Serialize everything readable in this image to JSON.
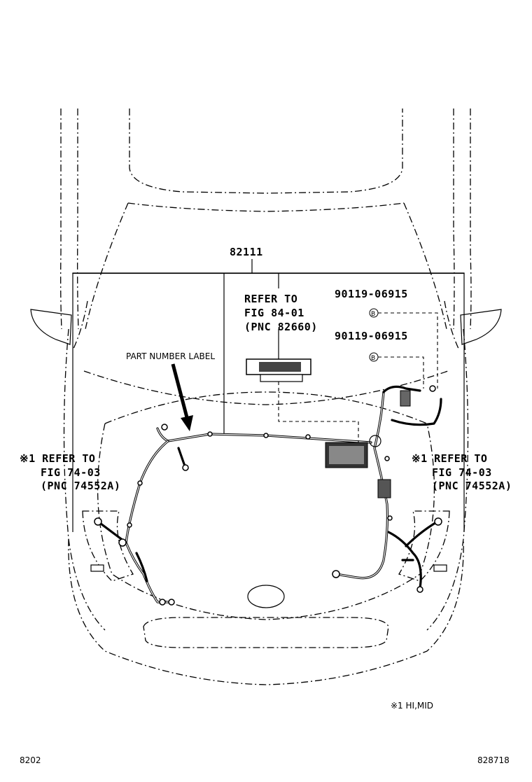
{
  "diagram": {
    "main_part": "82111",
    "part_number_label": "PART NUMBER LABEL",
    "refer_center": {
      "line1": "REFER TO",
      "line2": "FIG 84-01",
      "line3": "(PNC 82660)"
    },
    "bolt_1": "90119-06915",
    "bolt_2": "90119-06915",
    "bolt_marker": "B",
    "refer_left": {
      "line1": "※1 REFER TO",
      "line2": "FIG 74-03",
      "line3": "(PNC 74552A)"
    },
    "refer_right": {
      "line1": "※1 REFER TO",
      "line2": "FIG 74-03",
      "line3": "(PNC 74552A)"
    },
    "footnote": "※1 HI,MID"
  },
  "footer": {
    "page_code": "8202",
    "figure_code": "828718"
  }
}
